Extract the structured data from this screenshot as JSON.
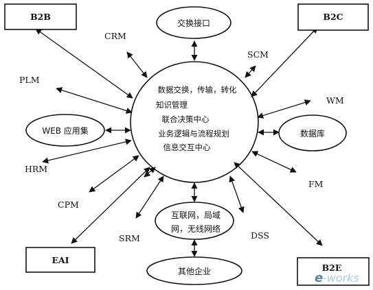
{
  "nodes": {
    "b2b": "B2B",
    "b2c": "B2C",
    "b2e": "B2E",
    "eai": "EAI",
    "interface": "交换接口",
    "crm": "CRM",
    "scm": "SCM",
    "plm": "PLM",
    "wm": "WM",
    "web": "WEB 应用集",
    "db": "数据库",
    "hrm": "HRM",
    "fm": "FM",
    "cpm": "CPM",
    "srm": "SRM",
    "dss": "DSS",
    "network_line1": "互联网，局域",
    "network_line2": "网，无线网络",
    "other": "其他企业"
  },
  "center": {
    "line1": "数据交换，传输，转化",
    "line2": "知识管理",
    "line3": "联合决策中心",
    "line4": "业务逻辑与流程规划",
    "line5": "信息交互中心"
  },
  "watermark": {
    "e": "e",
    "rest": "-works"
  }
}
